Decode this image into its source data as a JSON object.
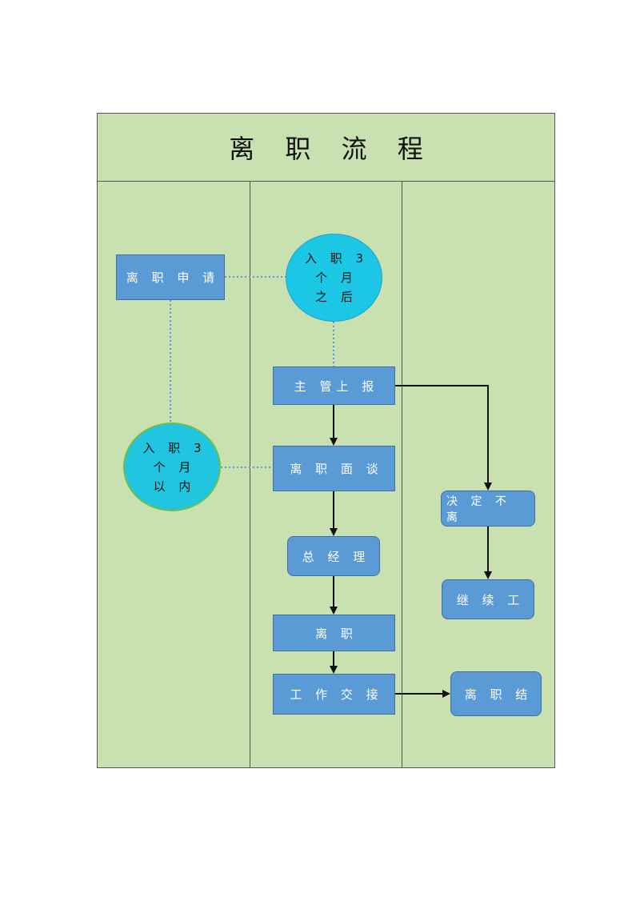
{
  "diagram": {
    "title": "离 职 流 程",
    "nodes": {
      "apply": "离 职 申 请",
      "after3_line1": "入 职 3",
      "after3_line2": "个 月",
      "after3_line3": "之 后",
      "supervisor": "主 管上 报",
      "within3_line1": "入 职 3",
      "within3_line2": "个 月",
      "within3_line3": "以 内",
      "interview": "离 职 面 谈",
      "gm": "总 经 理",
      "leave": "离 职",
      "handover": "工 作 交 接",
      "decide": "决 定 不 离",
      "continue_work": "继 续 工",
      "end": "离 职 结"
    },
    "colors": {
      "lane_bg": "#c9e0b0",
      "box_fill": "#5b9bd5",
      "circle_fill": "#1cc7e6",
      "dotted_line": "#5b9bd5",
      "arrow": "#111111"
    }
  }
}
